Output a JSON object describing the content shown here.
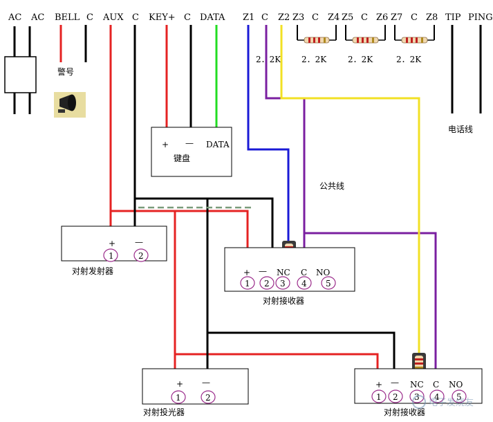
{
  "terminals": [
    "AC",
    "AC",
    "BELL",
    "C",
    "AUX",
    "C",
    "KEY+",
    "C",
    "DATA",
    "Z1",
    "C",
    "Z2",
    "Z3",
    "C",
    "Z4",
    "Z5",
    "C",
    "Z6",
    "Z7",
    "C",
    "Z8",
    "TIP",
    "PING"
  ],
  "resistor_labels": [
    "2．2K",
    "2．2K",
    "2．2K",
    "2．2K"
  ],
  "labels": {
    "siren": "警号",
    "phone_line": "电话线",
    "common_line": "公共线"
  },
  "keypad": {
    "plus": "+",
    "minus": "—",
    "data": "DATA",
    "name": "键盘"
  },
  "transmitter": {
    "name": "对射发射器",
    "signs": [
      "+",
      "—"
    ],
    "pins": [
      "1",
      "2"
    ]
  },
  "receiver1": {
    "name": "对射接收器",
    "signs": [
      "+",
      "—",
      "NC",
      "C",
      "NO"
    ],
    "pins": [
      "1",
      "2",
      "3",
      "4",
      "5"
    ]
  },
  "projector": {
    "name": "对射投光器",
    "signs": [
      "+",
      "—"
    ],
    "pins": [
      "1",
      "2"
    ]
  },
  "receiver2": {
    "name": "对射接收器",
    "signs": [
      "+",
      "—",
      "NC",
      "C",
      "NO"
    ],
    "pins": [
      "1",
      "2",
      "3",
      "4",
      "5"
    ]
  },
  "watermark": "电子发烧友",
  "colors": {
    "red": "#e52222",
    "black": "#000000",
    "green": "#22dd22",
    "blue": "#1a1ad6",
    "purple": "#7a1fa0",
    "yellow": "#f2e024",
    "pin_circle": "#9a2a8a"
  }
}
